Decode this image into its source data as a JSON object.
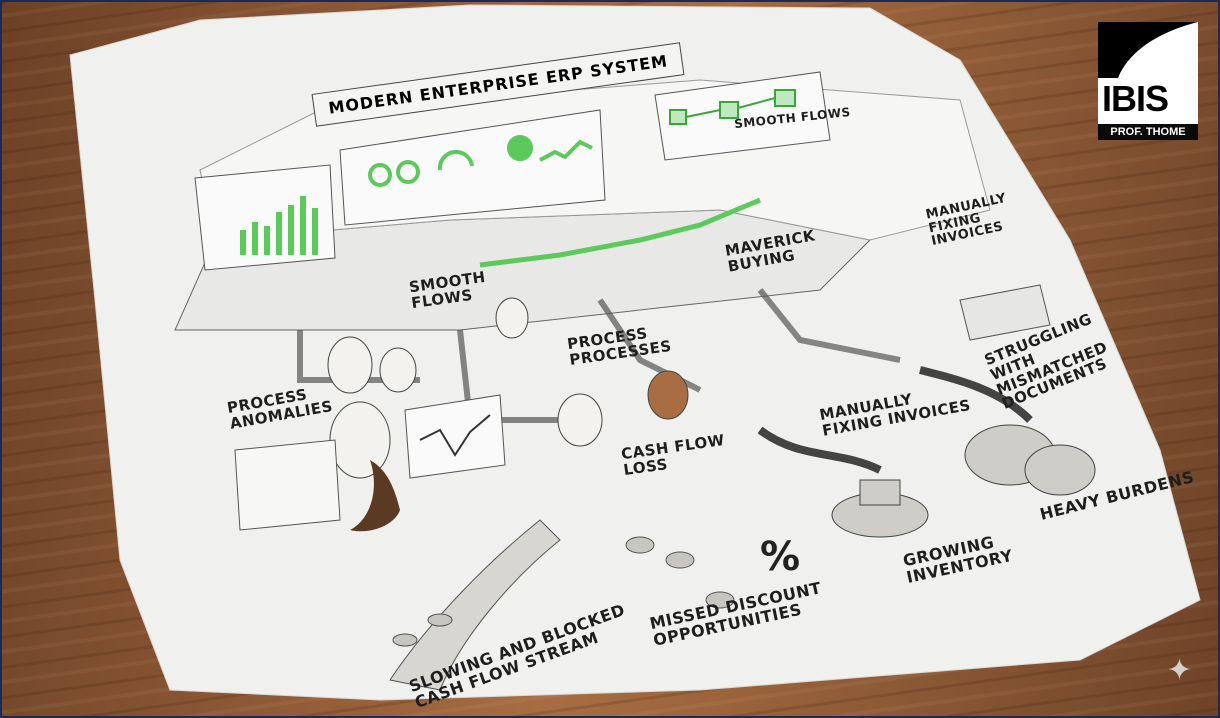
{
  "title": "Modern Enterprise ERP System",
  "labels": {
    "smooth_flows_top": "Smooth Flows",
    "smooth_flows_floor": "Smooth\nFlows",
    "maverick_buying": "Maverick\nBuying",
    "manually_fixing_top": "Manually\nFixing\nInvoices",
    "process_processes": "Process\nProcesses",
    "process_anomalies": "Process\nAnomalies",
    "cash_flow_loss": "Cash Flow\nLoss",
    "manually_fixing_mid": "Manually\nFixing Invoices",
    "struggling": "Struggling\nWith\nMismatched\nDocuments",
    "heavy_burdens": "Heavy Burdens",
    "growing_inventory": "Growing\nInventory",
    "missed_discount": "Missed Discount\nOpportunities",
    "slowing_stream": "Slowing and Blocked\nCash Flow Stream"
  },
  "logo": {
    "name": "IBIS",
    "subtitle": "Prof. Thome"
  },
  "colors": {
    "accent_green": "#5cc95c",
    "paper": "#f1f1ef",
    "ink": "#1e1e1e",
    "wood": "#8a5634"
  }
}
